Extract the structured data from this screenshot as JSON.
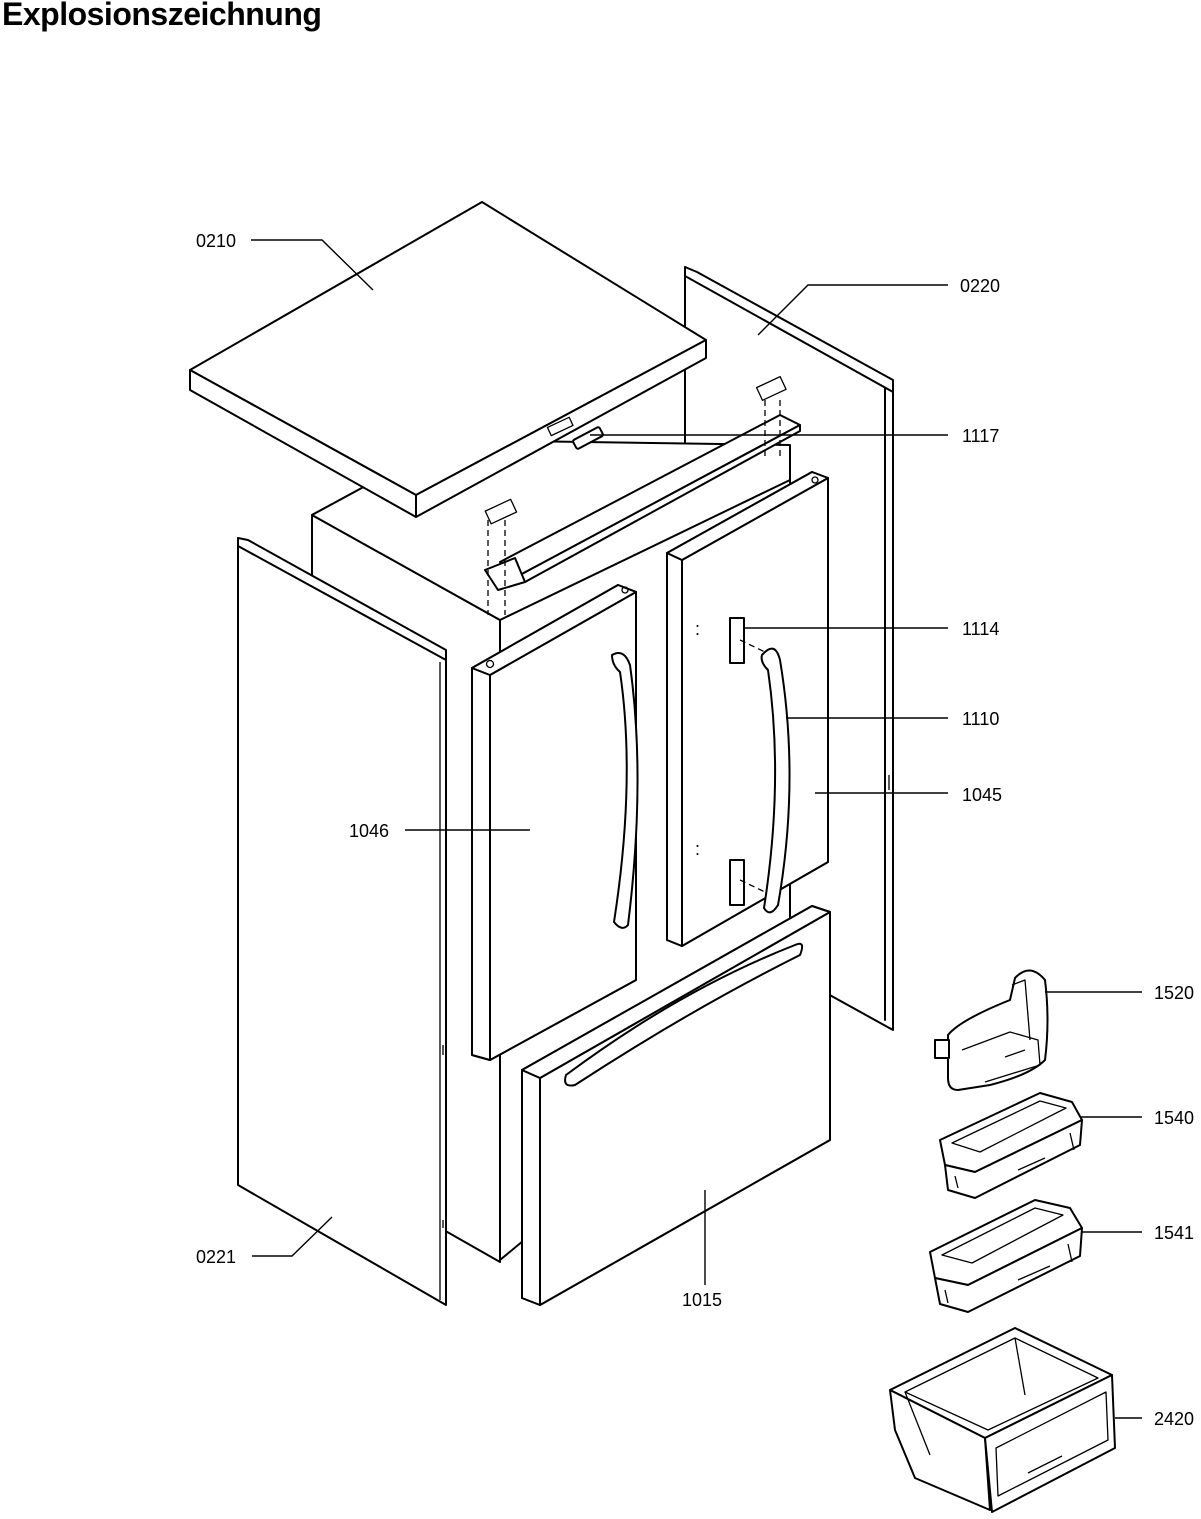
{
  "title": "Explosionszeichnung",
  "parts": [
    {
      "id": "0210"
    },
    {
      "id": "0220"
    },
    {
      "id": "1117"
    },
    {
      "id": "1114"
    },
    {
      "id": "1110"
    },
    {
      "id": "1045"
    },
    {
      "id": "1046"
    },
    {
      "id": "1520"
    },
    {
      "id": "1540"
    },
    {
      "id": "1541"
    },
    {
      "id": "2420"
    },
    {
      "id": "0221"
    },
    {
      "id": "1015"
    }
  ],
  "colors": {
    "line": "#000000",
    "background": "#ffffff"
  }
}
